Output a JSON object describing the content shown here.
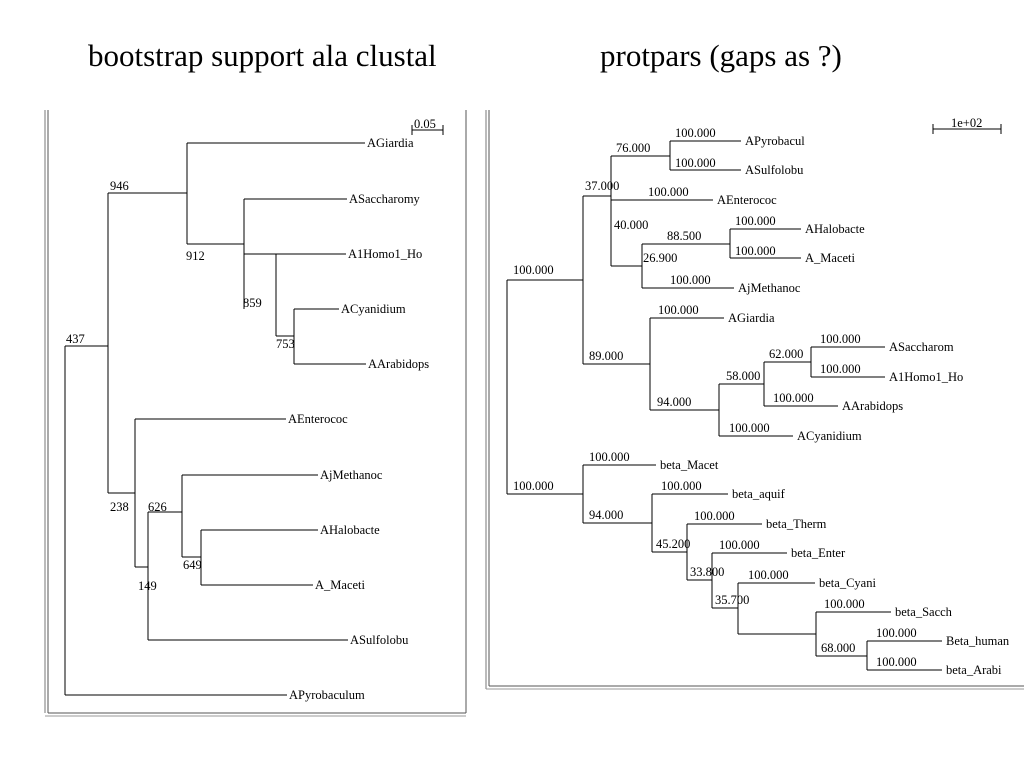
{
  "titles": {
    "left": "bootstrap support ala clustal",
    "right": "protpars (gaps as ?)"
  },
  "left_tree": {
    "scale_label": "0.05",
    "leaves": [
      "AGiardia",
      "ASaccharomy",
      "A1Homo1_Ho",
      "ACyanidium",
      "AArabidops",
      "AEnterococ",
      "AjMethanoc",
      "AHalobacte",
      "A_Maceti",
      "ASulfolobu",
      "APyrobaculum"
    ],
    "supports": [
      "946",
      "912",
      "859",
      "753",
      "437",
      "238",
      "626",
      "649",
      "149"
    ]
  },
  "right_tree": {
    "scale_label": "1e+02",
    "leaves": [
      "APyrobacul",
      "ASulfolobu",
      "AEnterococ",
      "AHalobacte",
      "A_Maceti",
      "AjMethanoc",
      "AGiardia",
      "ASaccharom",
      "A1Homo1_Ho",
      "AArabidops",
      "ACyanidium",
      "beta_Macet",
      "beta_aquif",
      "beta_Therm",
      "beta_Enter",
      "beta_Cyani",
      "beta_Sacch",
      "Beta_human",
      "beta_Arabi"
    ],
    "supports": [
      "100.000",
      "100.000",
      "76.000",
      "100.000",
      "37.000",
      "100.000",
      "100.000",
      "88.500",
      "40.000",
      "100.000",
      "26.900",
      "100.000",
      "100.000",
      "100.000",
      "62.000",
      "100.000",
      "58.000",
      "100.000",
      "94.000",
      "89.000",
      "100.000",
      "100.000",
      "100.000",
      "100.000",
      "100.000",
      "100.000",
      "100.000",
      "100.000",
      "68.000",
      "35.700",
      "33.800",
      "45.200",
      "94.000",
      "100.000",
      "100.000"
    ]
  }
}
